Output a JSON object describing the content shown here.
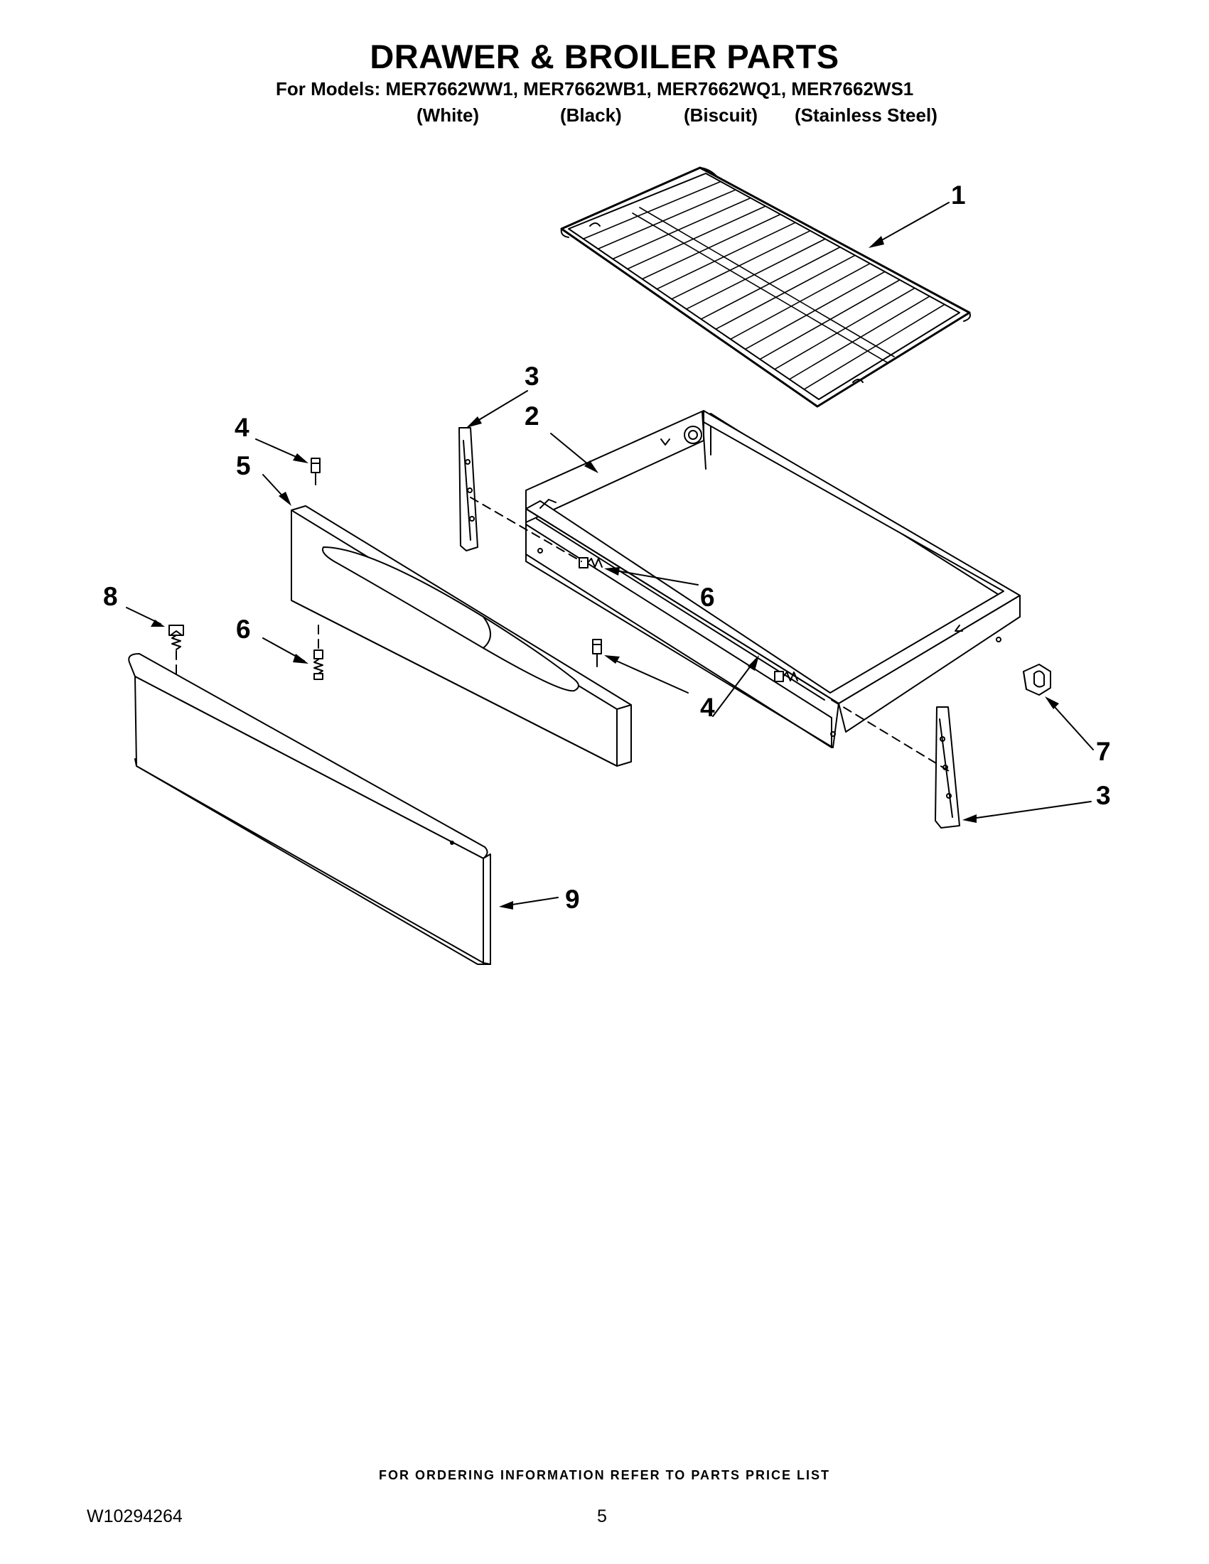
{
  "header": {
    "title": "DRAWER & BROILER PARTS",
    "models_line": "For Models: MER7662WW1, MER7662WB1, MER7662WQ1, MER7662WS1",
    "variants": [
      "(White)",
      "(Black)",
      "(Biscuit)",
      "(Stainless Steel)"
    ]
  },
  "callouts": [
    "1",
    "2",
    "3",
    "4",
    "5",
    "6",
    "6",
    "4",
    "7",
    "3",
    "8",
    "9"
  ],
  "footer": {
    "note": "FOR ORDERING INFORMATION REFER TO PARTS PRICE LIST",
    "doc_number": "W10294264",
    "page_number": "5"
  }
}
